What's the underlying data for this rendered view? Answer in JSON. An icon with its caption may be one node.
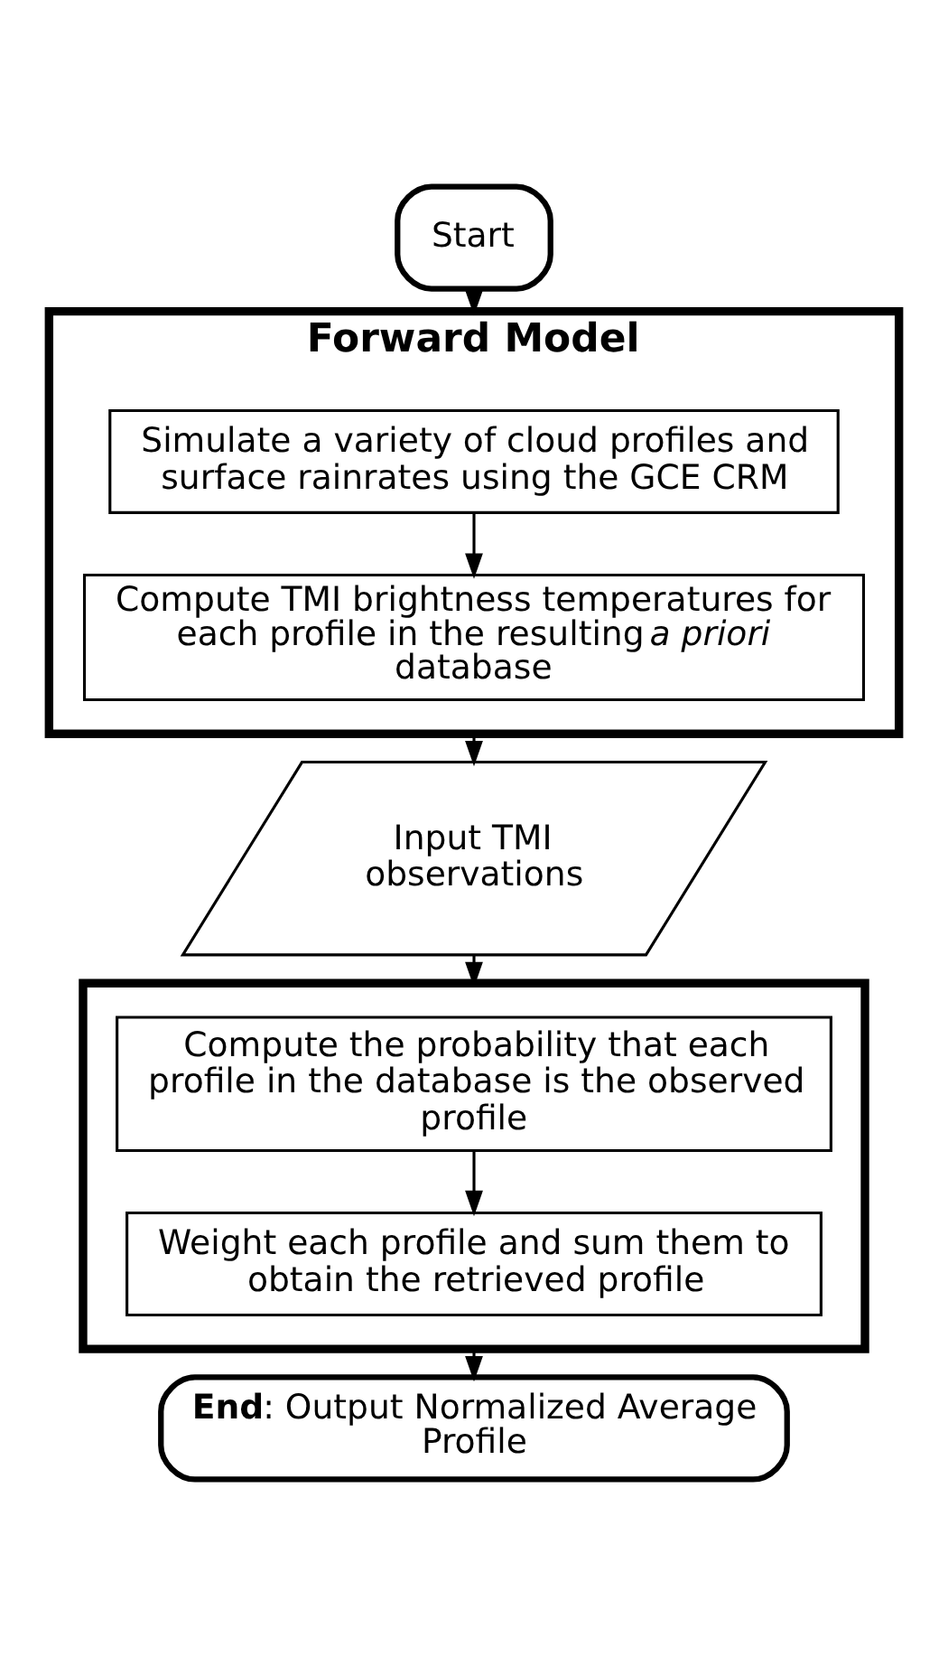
{
  "diagram": {
    "nodes": [
      {
        "text": [
          "Start"
        ]
      },
      {
        "text": [
          "Forward Model"
        ]
      },
      {
        "text": [
          "Simulate a variety of cloud profiles and surface rainrates using the GCE CRM"
        ],
        "in": 1
      },
      {
        "text": [
          "Compute TMI brightness temperatures for each profile in the resulting *a priori* database"
        ],
        "in": 1
      },
      {
        "text": [
          "Input TMI observations"
        ]
      },
      {
        "text": [],
        "shape": "box"
      },
      {
        "text": [
          "Compute the probability that each profile in the database is the observed profile"
        ],
        "in": 5
      },
      {
        "text": [
          "Weight each profile and sum them to obtain the retrieved profile"
        ],
        "in": 5
      },
      {
        "text": [
          "**End**: Output Normalized Average Profile"
        ]
      }
    ],
    "edges": [
      {
        "from": 0,
        "to": 1,
        "arrow": "to"
      },
      {
        "from": 2,
        "to": 3,
        "arrow": "to"
      },
      {
        "from": 1,
        "to": 4,
        "arrow": "to"
      },
      {
        "from": 4,
        "to": 5,
        "arrow": "to"
      },
      {
        "from": 6,
        "to": 7,
        "arrow": "to"
      },
      {
        "from": 5,
        "to": 8,
        "arrow": "to"
      }
    ]
  }
}
